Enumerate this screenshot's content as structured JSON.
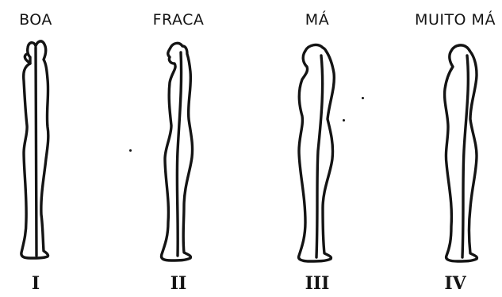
{
  "postures": [
    {
      "label": "BOA",
      "numeral": "I"
    },
    {
      "label": "FRACA",
      "numeral": "II"
    },
    {
      "label": "MÁ",
      "numeral": "III"
    },
    {
      "label": "MUITO MÁ",
      "numeral": "IV"
    }
  ],
  "colors": {
    "ink": "#141414",
    "background": "#ffffff"
  }
}
